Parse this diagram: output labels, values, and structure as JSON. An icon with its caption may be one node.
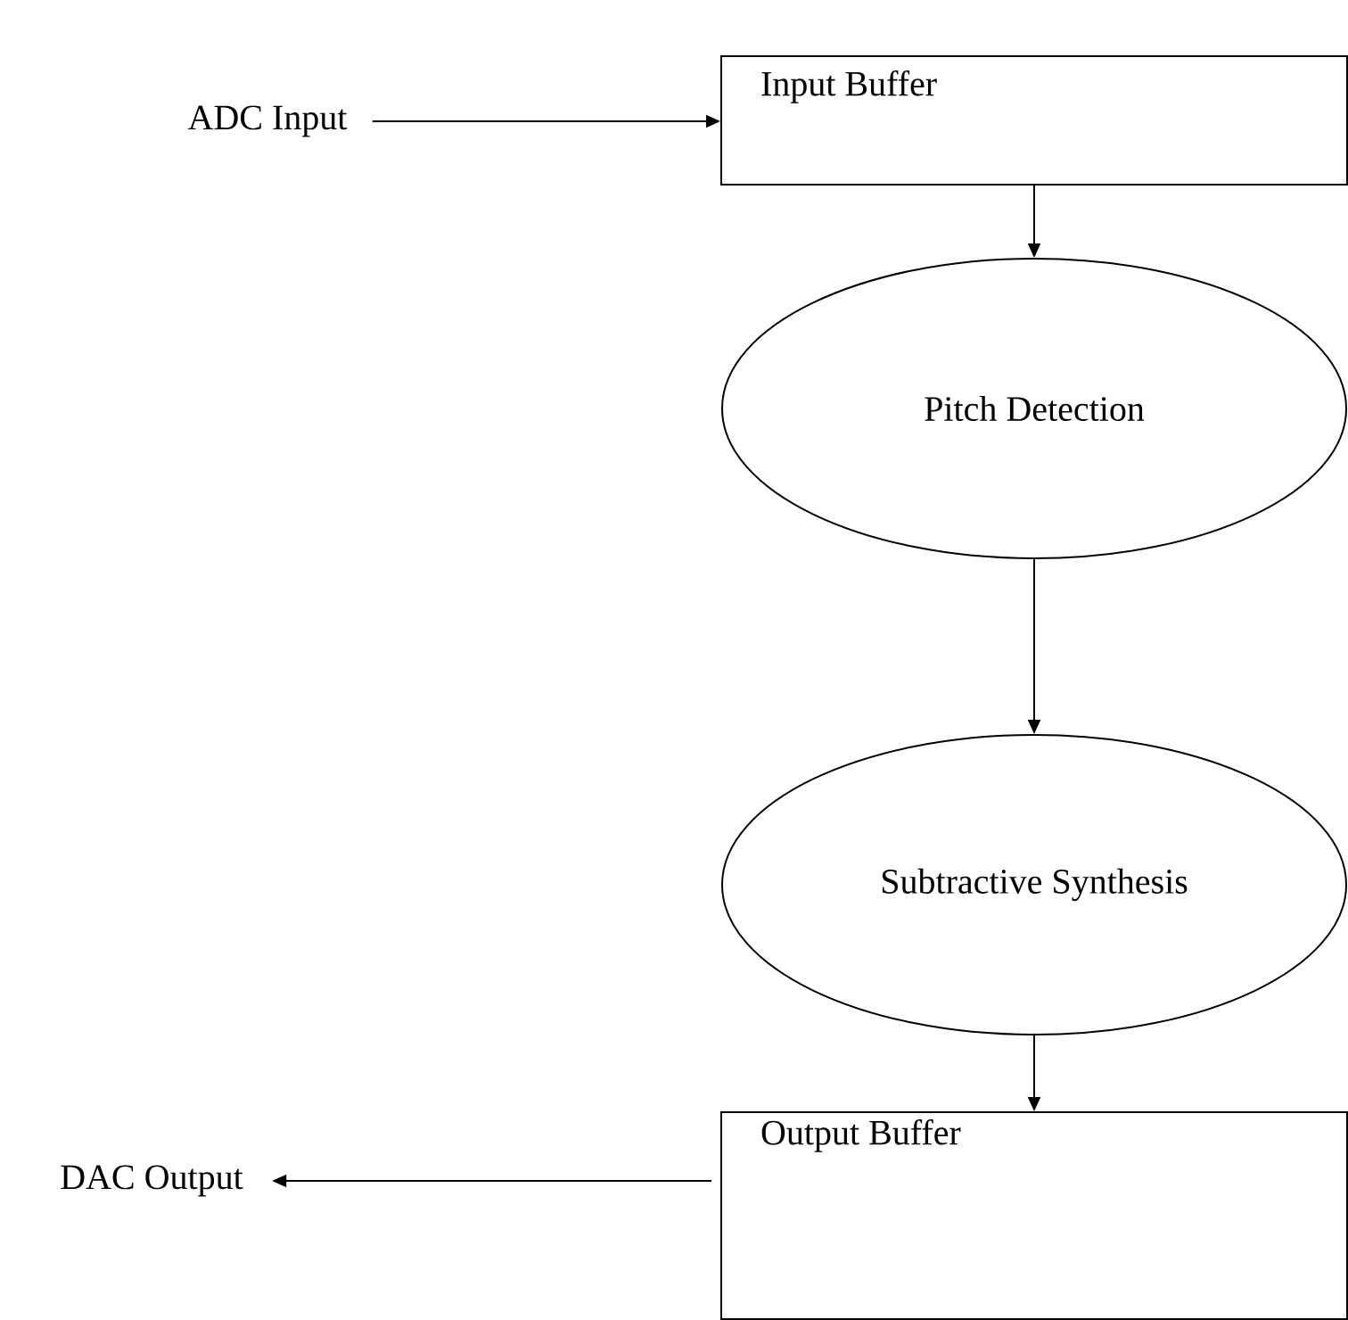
{
  "diagram": {
    "nodes": [
      {
        "text": [
          "ADC Input"
        ]
      },
      {
        "text": [
          "Input Buffer"
        ]
      },
      {
        "text": [
          "Pitch Detection"
        ]
      },
      {
        "text": [
          "Subtractive Synthesis"
        ]
      },
      {
        "text": [
          "Output Buffer"
        ]
      },
      {
        "text": [
          "DAC Output"
        ]
      }
    ],
    "edges": [
      {
        "from": 0,
        "to": 1,
        "arrow": "to"
      },
      {
        "from": 1,
        "to": 2,
        "arrow": "to"
      },
      {
        "from": 2,
        "to": 3,
        "arrow": "to"
      },
      {
        "from": 3,
        "to": 4,
        "arrow": "to"
      },
      {
        "from": 4,
        "to": 5,
        "arrow": "to"
      }
    ]
  }
}
